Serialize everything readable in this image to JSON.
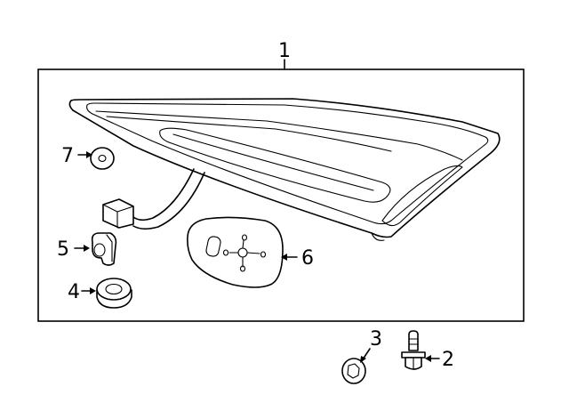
{
  "callouts": {
    "c1": "1",
    "c2": "2",
    "c3": "3",
    "c4": "4",
    "c5": "5",
    "c6": "6",
    "c7": "7"
  },
  "parts": [
    {
      "icon": "tail-lamp-assembly-icon",
      "callout": "1"
    },
    {
      "icon": "bolt-icon",
      "callout": "2"
    },
    {
      "icon": "nut-icon",
      "callout": "3"
    },
    {
      "icon": "grommet-icon",
      "callout": "4"
    },
    {
      "icon": "bulb-socket-icon",
      "callout": "5"
    },
    {
      "icon": "gasket-icon",
      "callout": "6"
    },
    {
      "icon": "plug-icon",
      "callout": "7"
    }
  ],
  "colors": {
    "line": "#000000",
    "background": "#ffffff"
  }
}
